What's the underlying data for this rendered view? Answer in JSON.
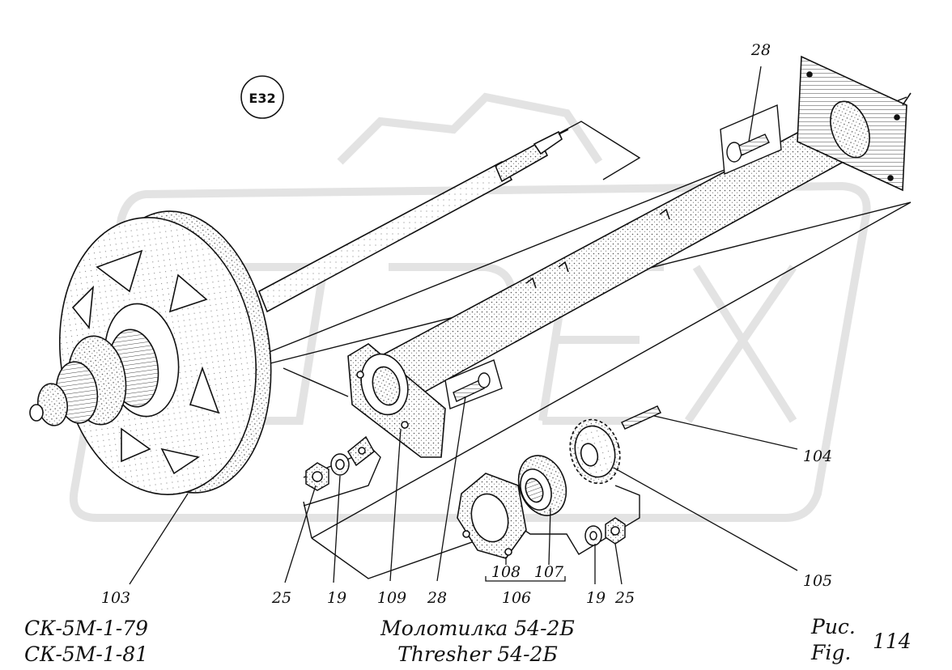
{
  "diagram": {
    "badge": "E32",
    "labels": {
      "bolt_top": "28",
      "key_pin": "104",
      "sprocket": "105",
      "wheel": "103",
      "nut_left": "25",
      "washer_left": "19",
      "flange_housing": "109",
      "bolt_mid": "28",
      "bearing_housing": "108",
      "bearing": "107",
      "assembly": "106",
      "washer_right": "19",
      "nut_right": "25"
    }
  },
  "footer": {
    "model_line1": "СК-5М-1-79",
    "model_line2": "СК-5М-1-81",
    "title_ru": "Молотилка 54-2Б",
    "title_en": "Thresher 54-2Б",
    "fig_ru": "Рис.",
    "fig_en": "Fig.",
    "fig_number": "114"
  },
  "colors": {
    "ink": "#111111",
    "watermark": "#e3e3e3"
  }
}
